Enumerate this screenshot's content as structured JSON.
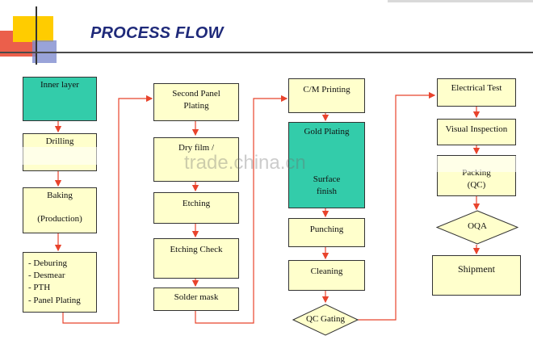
{
  "title": "PROCESS FLOW",
  "watermark": "trade.china.cn",
  "colors": {
    "box_fill": "#ffffcc",
    "highlight_fill": "#33ccaa",
    "arrow": "#e8432c",
    "title": "#1f2a7a"
  },
  "column1": {
    "inner_layer": "Inner layer",
    "drilling": "Drilling",
    "baking": "Baking",
    "baking_sub": "(Production)",
    "list": [
      "- Deburing",
      "- Desmear",
      "- PTH",
      "- Panel Plating"
    ]
  },
  "column2": {
    "second_panel_1": "Second Panel",
    "second_panel_2": "Plating",
    "dry_film": "Dry film /",
    "etching": "Etching",
    "etching_check": "Etching Check",
    "solder_mask": "Solder mask"
  },
  "column3": {
    "cm_printing": "C/M Printing",
    "gold_plating": "Gold Plating",
    "surface": "Surface",
    "finish": "finish",
    "punching": "Punching",
    "cleaning": "Cleaning",
    "qc_gating": "QC Gating"
  },
  "column4": {
    "electrical_test": "Electrical Test",
    "visual_inspection": "Visual Inspection",
    "packing": "Packing",
    "packing_sub": "(QC)",
    "oqa": "OQA",
    "shipment": "Shipment"
  }
}
